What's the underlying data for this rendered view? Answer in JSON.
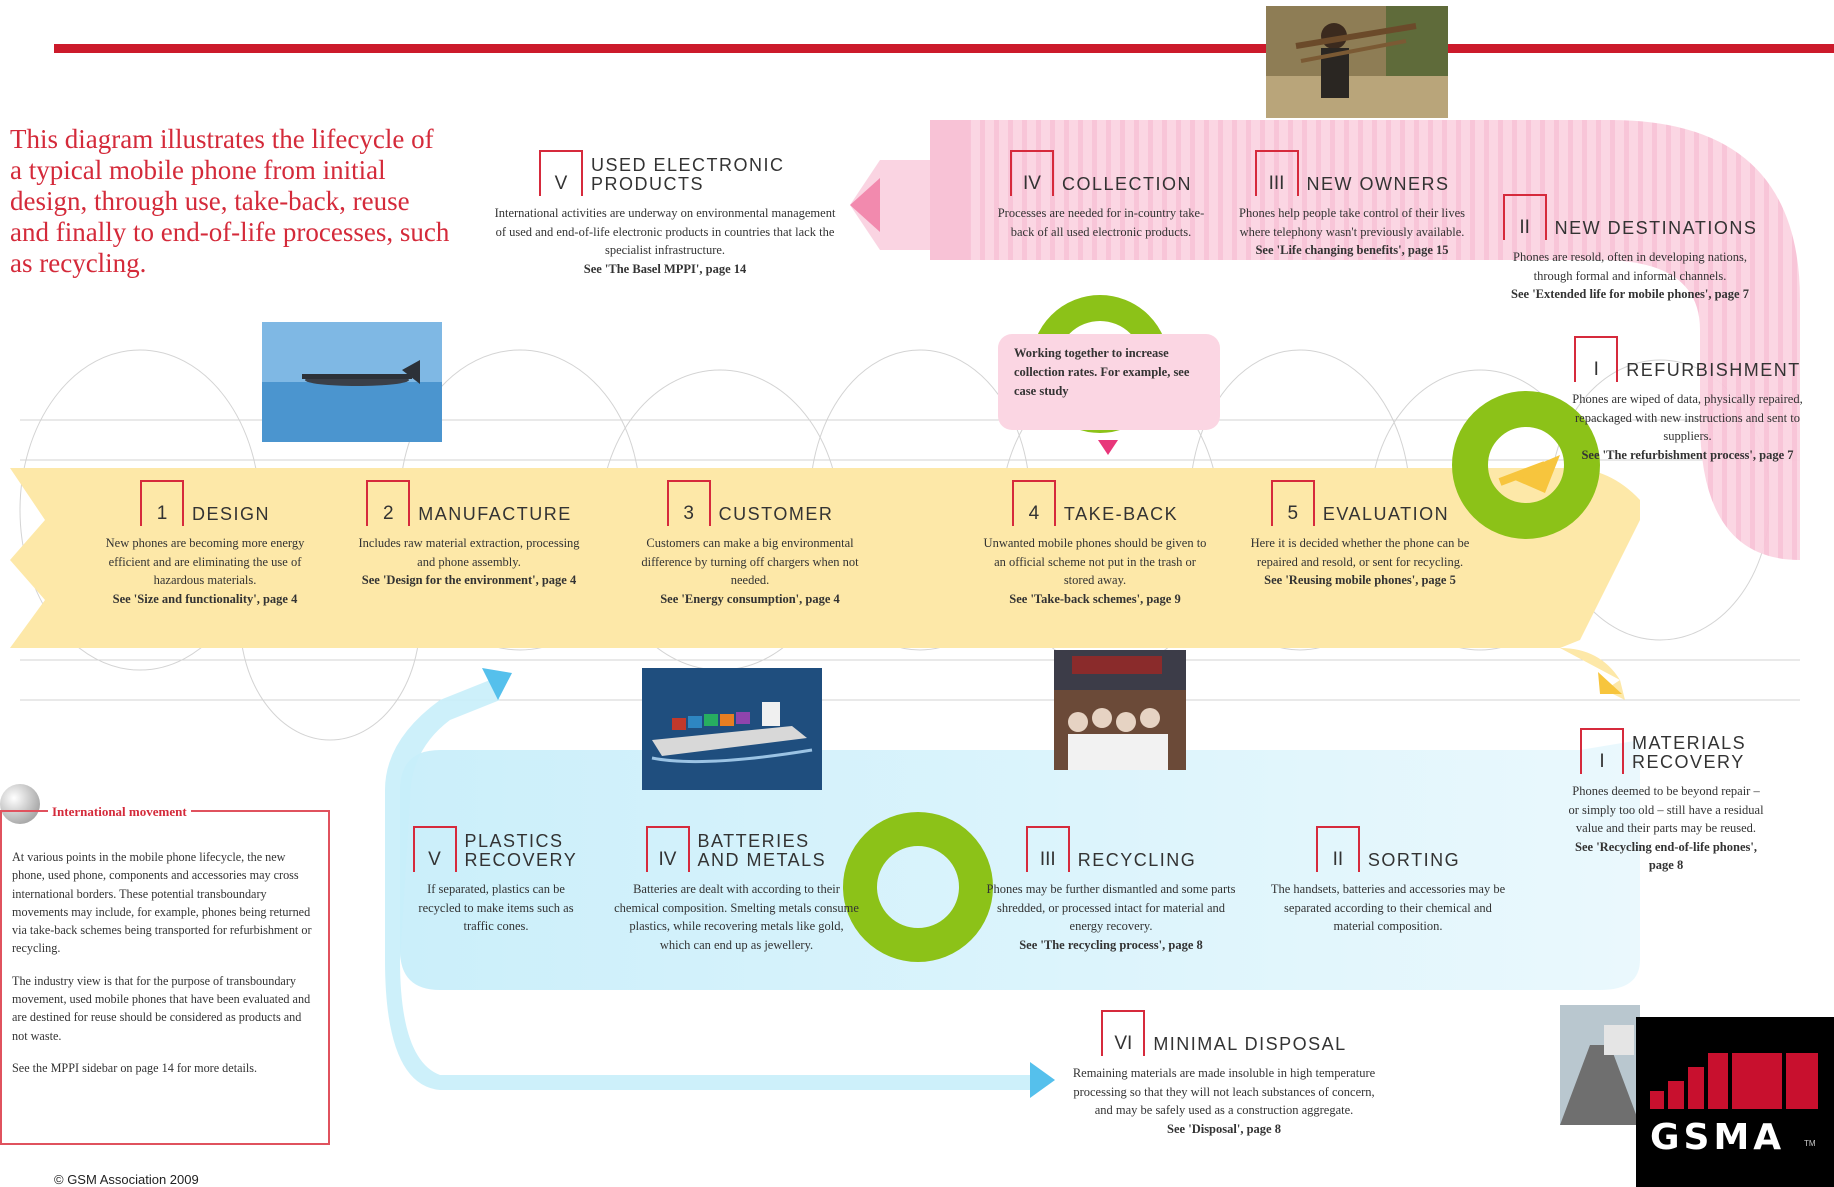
{
  "intro": "This diagram illustrates the lifecycle of a typical mobile phone from initial design, through use, take-back, reuse and finally to end-of-life processes, such as recycling.",
  "stages": {
    "design": {
      "num": "1",
      "title": "Design",
      "desc": "New phones are becoming more energy efficient and are eliminating the use of hazardous materials.",
      "ref": "See 'Size and functionality', page 4"
    },
    "manufacture": {
      "num": "2",
      "title": "Manufacture",
      "desc": "Includes raw material extraction, processing and phone assembly.",
      "ref": "See 'Design for the environment', page 4"
    },
    "customer": {
      "num": "3",
      "title": "Customer",
      "desc": "Customers can make a big environmental difference by turning off chargers when not needed.",
      "ref": "See 'Energy consumption', page 4"
    },
    "takeback": {
      "num": "4",
      "title": "Take-back",
      "desc": "Unwanted mobile phones should be given to an official scheme not put in the trash or stored away.",
      "ref": "See 'Take-back schemes', page 9"
    },
    "evaluation": {
      "num": "5",
      "title": "Evaluation",
      "desc": "Here it is decided whether the phone can be repaired and resold, or sent for recycling.",
      "ref": "See 'Reusing mobile phones', page 5"
    },
    "used_electronic": {
      "num": "V",
      "title": "Used electronic products",
      "desc": "International activities are underway on environmental management of used and end-of-life electronic products in countries that lack the specialist infrastructure.",
      "ref": "See 'The Basel MPPI', page 14"
    },
    "collection": {
      "num": "IV",
      "title": "Collection",
      "desc": "Processes are needed for in-country take-back of all used electronic products.",
      "ref": ""
    },
    "new_owners": {
      "num": "III",
      "title": "New owners",
      "desc": "Phones help people take control of their lives where telephony wasn't previously available.",
      "ref": "See 'Life changing benefits', page 15"
    },
    "new_destinations": {
      "num": "II",
      "title": "New destinations",
      "desc": "Phones are resold, often in developing nations, through formal and informal channels.",
      "ref": "See 'Extended life for mobile phones', page 7"
    },
    "refurbishment": {
      "num": "I",
      "title": "Refurbishment",
      "desc": "Phones are wiped of data, physically repaired, repackaged with new instructions and sent to suppliers.",
      "ref": "See 'The refurbishment process', page 7"
    },
    "materials_recovery": {
      "num": "I",
      "title": "Materials recovery",
      "desc": "Phones deemed to be beyond repair – or simply too old – still have a residual value and their parts may be reused.",
      "ref": "See 'Recycling end-of-life phones', page 8"
    },
    "sorting": {
      "num": "II",
      "title": "Sorting",
      "desc": "The handsets, batteries and accessories may be separated according to their chemical and material composition.",
      "ref": ""
    },
    "recycling": {
      "num": "III",
      "title": "Recycling",
      "desc": "Phones may be further dismantled and some parts shredded, or processed intact for material and energy recovery.",
      "ref": "See 'The recycling process', page 8"
    },
    "batteries": {
      "num": "IV",
      "title": "Batteries and metals",
      "desc": "Batteries are dealt with according to their chemical composition. Smelting metals consume plastics, while recovering metals like gold, which can end up as jewellery.",
      "ref": ""
    },
    "plastics": {
      "num": "V",
      "title": "Plastics recovery",
      "desc": "If separated, plastics can be recycled to make items such as traffic cones.",
      "ref": ""
    },
    "minimal_disposal": {
      "num": "VI",
      "title": "Minimal disposal",
      "desc": "Remaining materials are made insoluble in high temperature processing so that they will not leach substances of concern, and may be safely used as a construction aggregate.",
      "ref": "See 'Disposal', page 8"
    }
  },
  "pink_note": "Working together to increase collection rates. For example, see case study",
  "sidebar": {
    "title": "International movement",
    "p1": "At various points in the mobile phone lifecycle, the new phone, used phone, components and accessories may cross international borders. These potential transboundary movements may include, for example, phones being returned via take-back schemes being transported for refurbishment or recycling.",
    "p2": "The industry view is that for the purpose of transboundary movement, used mobile phones that have been evaluated and are destined for reuse should be considered as products and not waste.",
    "p3": "See the MPPI sidebar on page 14 for more details."
  },
  "copyright": "© GSM Association 2009",
  "logo": {
    "text": "GSMA",
    "tm": "TM"
  },
  "colors": {
    "rule": "#cc1a2b",
    "band_yellow": "#fde8a8",
    "band_pink": "#fbd0e0",
    "band_blue": "#d3f2fb",
    "highlight_green": "#8cc218",
    "arrow_yellow": "#f7c53d",
    "arrow_blue": "#55c0ec"
  }
}
